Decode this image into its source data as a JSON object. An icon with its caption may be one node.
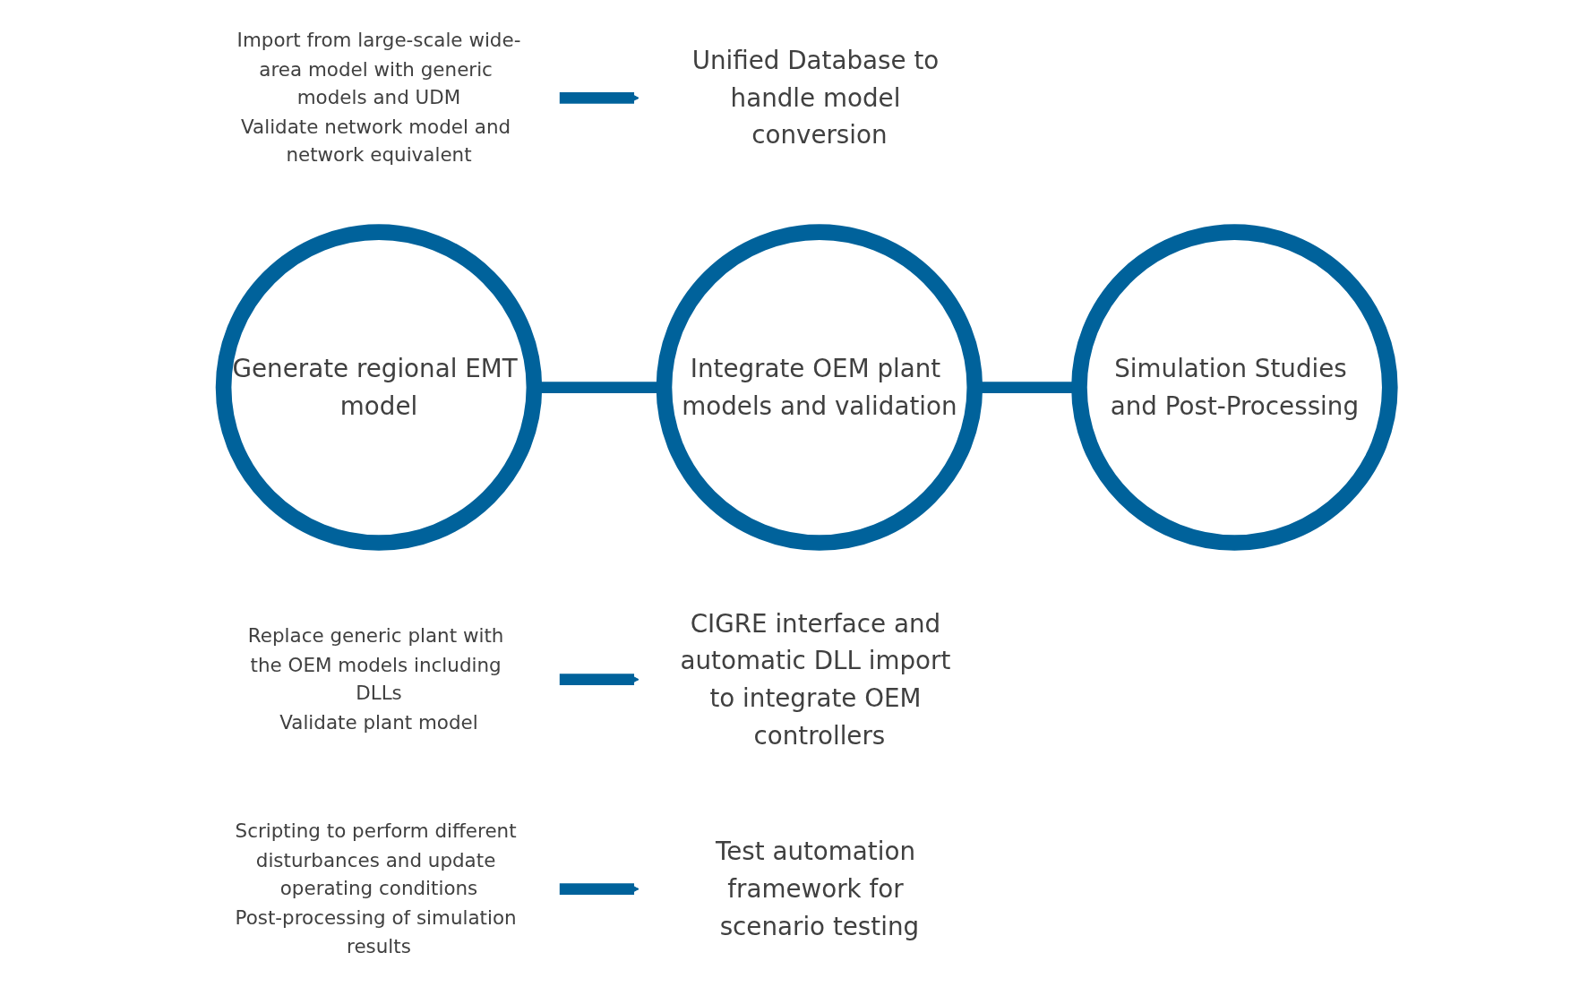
{
  "diagram": {
    "nodes": [
      {
        "text": [
          "Generate regional EMT model"
        ]
      },
      {
        "text": [
          "Import from large-scale wide-area model with generic models and UDM",
          "Validate network model and network equivalent"
        ]
      },
      {
        "text": [
          "Unified Database to handle model conversion"
        ]
      },
      {
        "text": [
          "Integrate OEM plant models and validation"
        ]
      },
      {
        "text": [
          "Replace generic plant with the OEM models including DLLs",
          "Validate plant model"
        ]
      },
      {
        "text": [
          "CIGRE interface and automatic DLL import to integrate OEM controllers"
        ]
      },
      {
        "text": [
          "Simulation Studies and Post-Processing"
        ]
      },
      {
        "text": [
          "Scripting to perform different disturbances and update operating conditions",
          "Post-processing of simulation results"
        ]
      },
      {
        "text": [
          "Test automation framework for scenario testing"
        ]
      }
    ],
    "edges": [
      {
        "from": 0,
        "to": 3,
        "arrow": "to"
      },
      {
        "from": 3,
        "to": 6,
        "arrow": "to"
      },
      {
        "from": 1,
        "to": 2,
        "arrow": "to"
      },
      {
        "from": 4,
        "to": 5,
        "arrow": "to"
      },
      {
        "from": 7,
        "to": 8,
        "arrow": "to"
      }
    ]
  }
}
